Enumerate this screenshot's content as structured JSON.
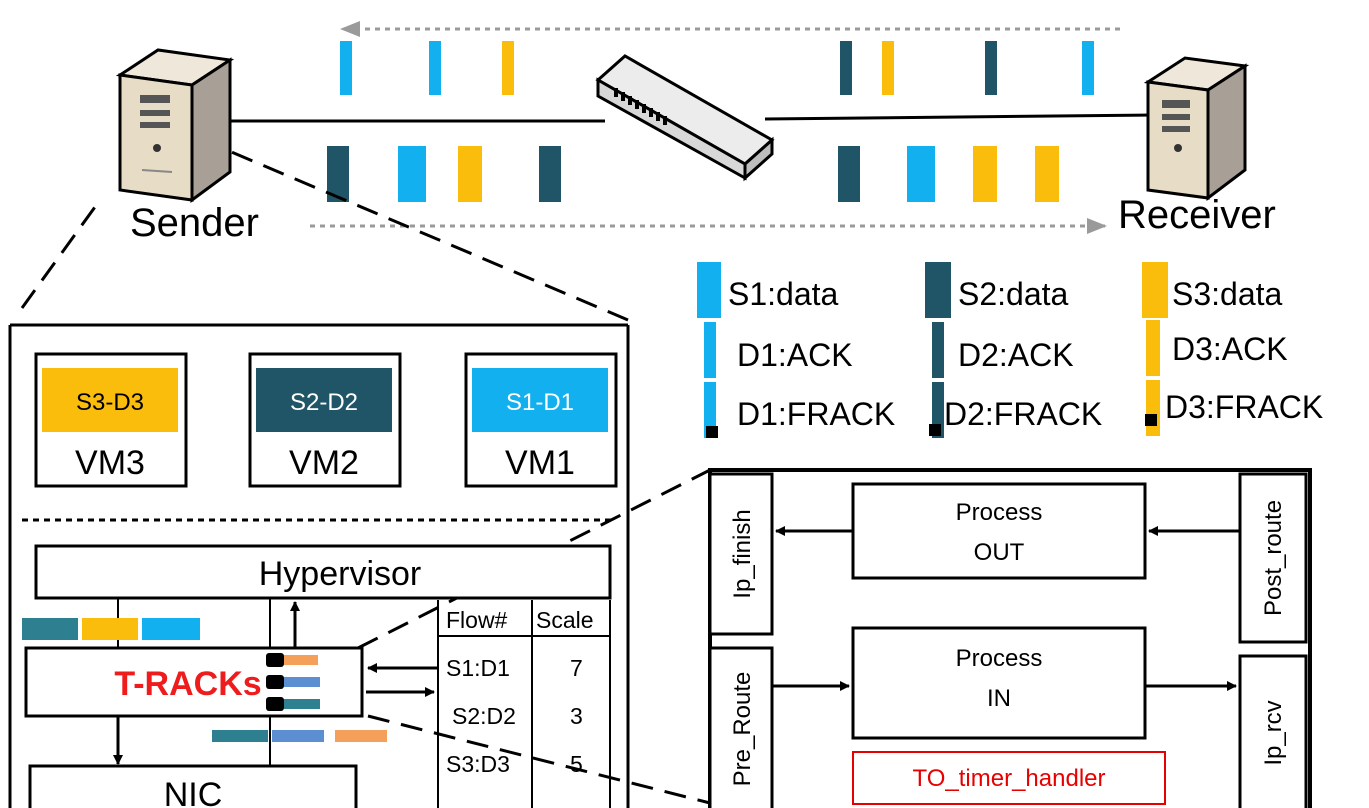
{
  "colors": {
    "s1": "#12b0ee",
    "s2": "#1f5566",
    "s3": "#fbbd0c",
    "feedback": "#5b8fd2",
    "orange": "#f5a05a",
    "teal": "#2e7f8f",
    "timer_border": "#e60000",
    "tracks_text": "#ee1c1c"
  },
  "nodes": {
    "sender": "Sender",
    "receiver": "Receiver"
  },
  "legend": {
    "s1_data": "S1:data",
    "d1_ack": "D1:ACK",
    "d1_frack": "D1:FRACK",
    "s2_data": "S2:data",
    "d2_ack": "D2:ACK",
    "d2_frack": "D2:FRACK",
    "s3_data": "S3:data",
    "d3_ack": "D3:ACK",
    "d3_frack": "D3:FRACK"
  },
  "vms": [
    {
      "flow": "S3-D3",
      "name": "VM3"
    },
    {
      "flow": "S2-D2",
      "name": "VM2"
    },
    {
      "flow": "S1-D1",
      "name": "VM1"
    }
  ],
  "host": {
    "hypervisor": "Hypervisor",
    "tracks": "T-RACKs",
    "nic": "NIC"
  },
  "flow_table": {
    "headers": [
      "Flow#",
      "Scale"
    ],
    "rows": [
      {
        "flow": "S1:D1",
        "scale": "7"
      },
      {
        "flow": "S2:D2",
        "scale": "3"
      },
      {
        "flow": "S3:D3",
        "scale": "5"
      }
    ]
  },
  "netfilter": {
    "ip_finish": "Ip_finish",
    "post_route": "Post_route",
    "pre_route": "Pre_Route",
    "ip_rcv": "Ip_rcv",
    "process_out": [
      "Process",
      "OUT"
    ],
    "process_in": [
      "Process",
      "IN"
    ],
    "timer_handler": "TO_timer_handler"
  }
}
